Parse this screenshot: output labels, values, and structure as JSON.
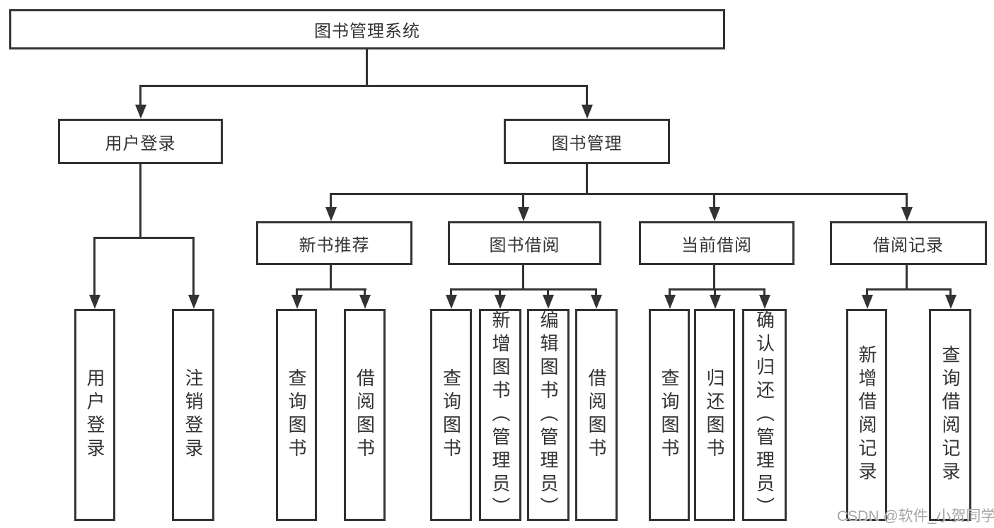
{
  "diagram": {
    "root": {
      "label": "图书管理系统"
    },
    "level2": [
      {
        "label": "用户登录"
      },
      {
        "label": "图书管理"
      }
    ],
    "level3": [
      {
        "label": "新书推荐"
      },
      {
        "label": "图书借阅"
      },
      {
        "label": "当前借阅"
      },
      {
        "label": "借阅记录"
      }
    ],
    "leaves": {
      "user_login": [
        {
          "label": "用户登录"
        },
        {
          "label": "注销登录"
        }
      ],
      "new_books": [
        {
          "label": "查询图书"
        },
        {
          "label": "借阅图书"
        }
      ],
      "book_borrowing": [
        {
          "label": "查询图书"
        },
        {
          "label": "新增图书（管理员）"
        },
        {
          "label": "编辑图书（管理员）"
        },
        {
          "label": "借阅图书"
        }
      ],
      "current_borrowing": [
        {
          "label": "查询图书"
        },
        {
          "label": "归还图书"
        },
        {
          "label": "确认归还（管理员）"
        }
      ],
      "borrowing_records": [
        {
          "label": "新增借阅记录"
        },
        {
          "label": "查询借阅记录"
        }
      ]
    },
    "watermark": "CSDN @软件_小贺同学",
    "colors": {
      "line": "#333333",
      "border": "#333333",
      "text": "#333333",
      "watermark": "#a6a6a6",
      "background": "#ffffff"
    }
  }
}
